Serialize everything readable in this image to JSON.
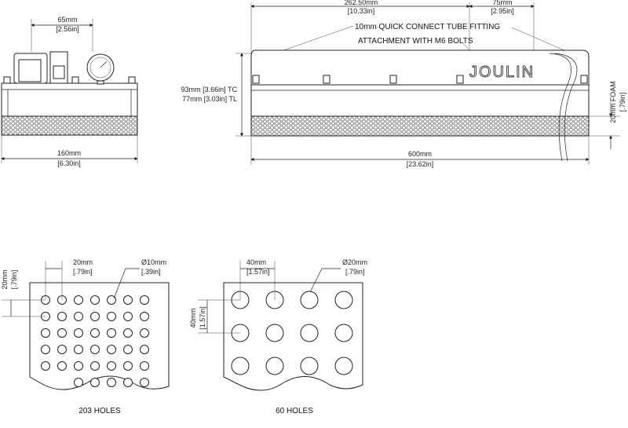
{
  "front_view": {
    "top_width_mm": "65mm",
    "top_width_in": "[2.56in]",
    "bottom_width_mm": "160mm",
    "bottom_width_in": "[6.30in]"
  },
  "side_view": {
    "top_dim_mm": "262.50mm",
    "top_dim_in": "[10.33in]",
    "right_dim_mm": "75mm",
    "right_dim_in": "[2.95in]",
    "callout_fitting": "10mm QUICK CONNECT TUBE FITTING",
    "callout_bolts": "ATTACHMENT WITH M6 BOLTS",
    "brand": "JOULIN",
    "height_tc": "93mm [3.66in] TC",
    "height_tl": "77mm [3.03in] TL",
    "foam_dim_mm": "20mm FOAM",
    "foam_dim_in": "[.79in]",
    "length_mm": "600mm",
    "length_in": "[23.62in]"
  },
  "pattern_small": {
    "pitch_x_mm": "20mm",
    "pitch_x_in": "[.79in]",
    "pitch_y_mm": "20mm",
    "pitch_y_in": "[.79in]",
    "diameter_mm": "Ø10mm",
    "diameter_in": "[.39in]",
    "caption": "203 HOLES"
  },
  "pattern_large": {
    "pitch_x_mm": "40mm",
    "pitch_x_in": "[1.57in]",
    "pitch_y_mm": "40mm",
    "pitch_y_in": "[1.57in]",
    "diameter_mm": "Ø20mm",
    "diameter_in": "[.79in]",
    "caption": "60 HOLES"
  }
}
